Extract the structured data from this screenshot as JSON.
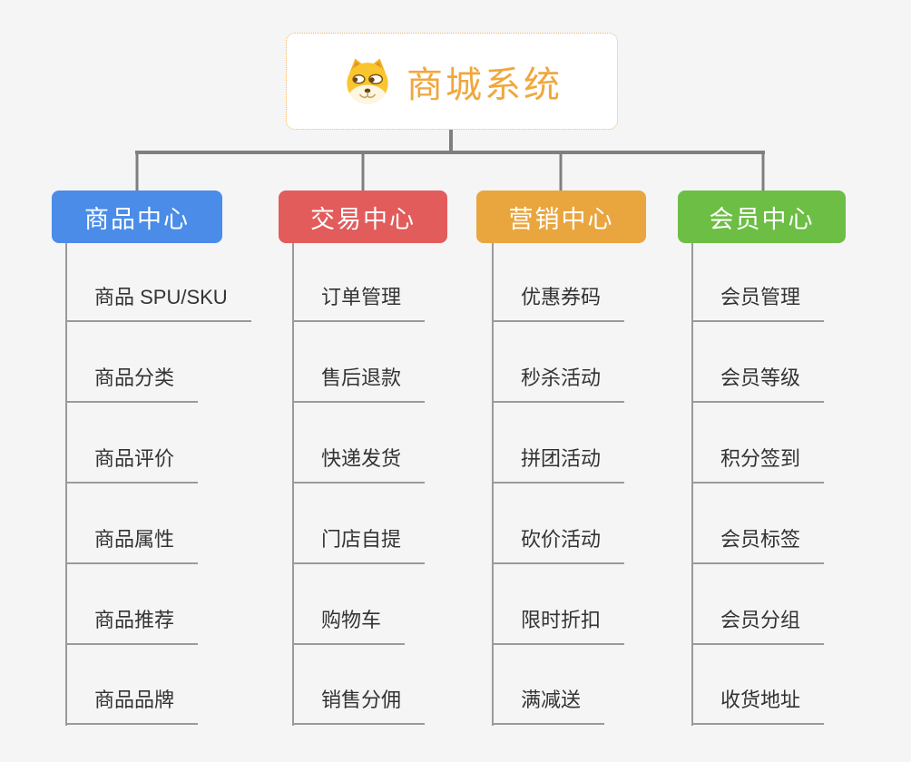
{
  "diagram": {
    "type": "mindmap-org-chart",
    "background_color": "#f5f5f6",
    "connector_color_main": "#7f7f7f",
    "connector_color_rail": "#9a9a9a"
  },
  "root": {
    "title": "商城系统",
    "icon": "dog-face-icon",
    "text_color": "#f0a73d",
    "border_color": "#f0b45c"
  },
  "branches": [
    {
      "label": "商品中心",
      "color": "#4a8ce8",
      "children": [
        "商品 SPU/SKU",
        "商品分类",
        "商品评价",
        "商品属性",
        "商品推荐",
        "商品品牌"
      ]
    },
    {
      "label": "交易中心",
      "color": "#e25c5c",
      "children": [
        "订单管理",
        "售后退款",
        "快递发货",
        "门店自提",
        "购物车",
        "销售分佣"
      ]
    },
    {
      "label": "营销中心",
      "color": "#e9a63f",
      "children": [
        "优惠券码",
        "秒杀活动",
        "拼团活动",
        "砍价活动",
        "限时折扣",
        "满减送"
      ]
    },
    {
      "label": "会员中心",
      "color": "#6cbe45",
      "children": [
        "会员管理",
        "会员等级",
        "积分签到",
        "会员标签",
        "会员分组",
        "收货地址"
      ]
    }
  ]
}
